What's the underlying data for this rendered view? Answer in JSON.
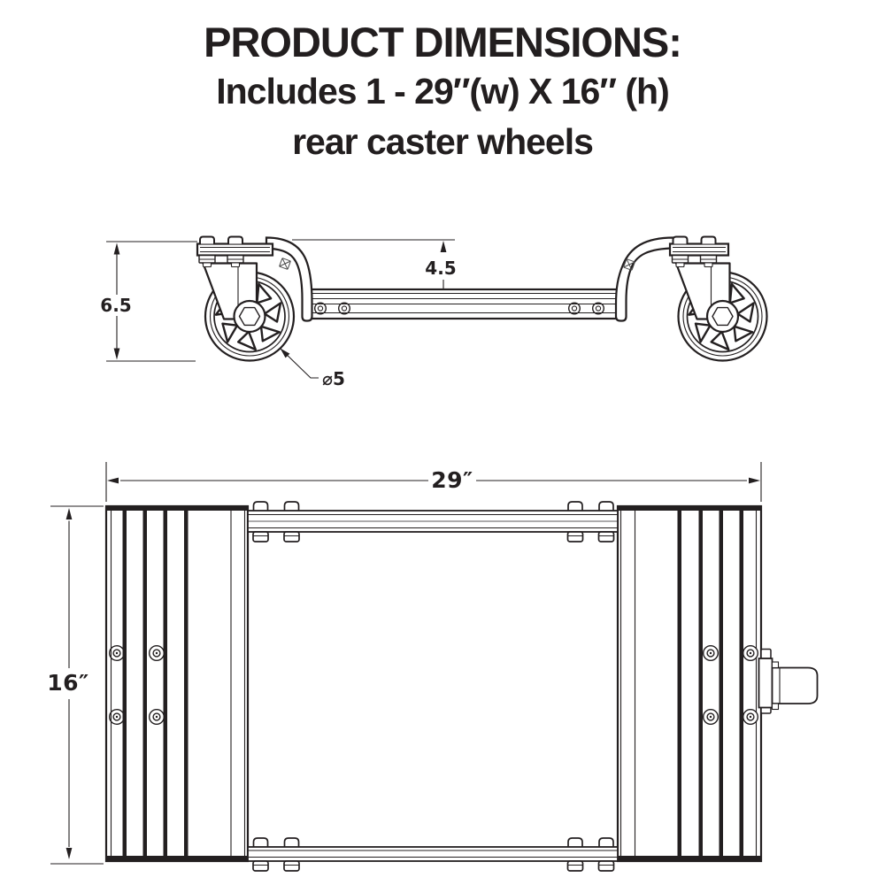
{
  "title": {
    "line1": "PRODUCT DIMENSIONS:",
    "line2": "Includes 1 - 29″(w) X 16″ (h)",
    "line3": "rear caster wheels"
  },
  "side_view": {
    "overall_height": "6.5",
    "frame_height": "4.5",
    "wheel_diameter": "⌀5"
  },
  "top_view": {
    "width": "29″",
    "height": "16″"
  },
  "colors": {
    "line": "#231f20",
    "background": "#ffffff"
  }
}
